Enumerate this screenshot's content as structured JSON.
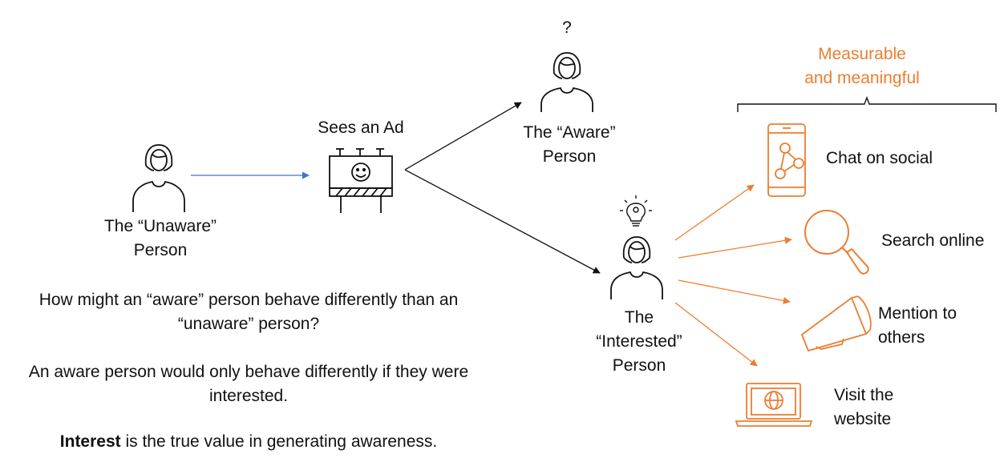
{
  "colors": {
    "orange": "#ED7D31",
    "blue": "#4472C4",
    "black": "#111111"
  },
  "people": {
    "unaware": {
      "line1": "The “Unaware”",
      "line2": "Person"
    },
    "aware": {
      "question": "?",
      "line1": "The “Aware”",
      "line2": "Person"
    },
    "interested": {
      "line1": "The",
      "line2": "“Interested”",
      "line3": "Person"
    }
  },
  "ad": {
    "label": "Sees an Ad"
  },
  "measurable": {
    "line1": "Measurable",
    "line2": "and meaningful"
  },
  "actions": [
    {
      "icon": "phone-social-icon",
      "lines": [
        "Chat on social"
      ]
    },
    {
      "icon": "magnifier-icon",
      "lines": [
        "Search online"
      ]
    },
    {
      "icon": "megaphone-icon",
      "lines": [
        "Mention to",
        "others"
      ]
    },
    {
      "icon": "laptop-globe-icon",
      "lines": [
        "Visit the",
        "website"
      ]
    }
  ],
  "text": {
    "q_line1": "How might an “aware” person behave differently than an",
    "q_line2": "“unaware” person?",
    "a_line1": "An aware person would only behave differently if they were",
    "a_line2": "interested.",
    "interest_bold": "Interest",
    "interest_rest": " is the true value in generating awareness."
  }
}
